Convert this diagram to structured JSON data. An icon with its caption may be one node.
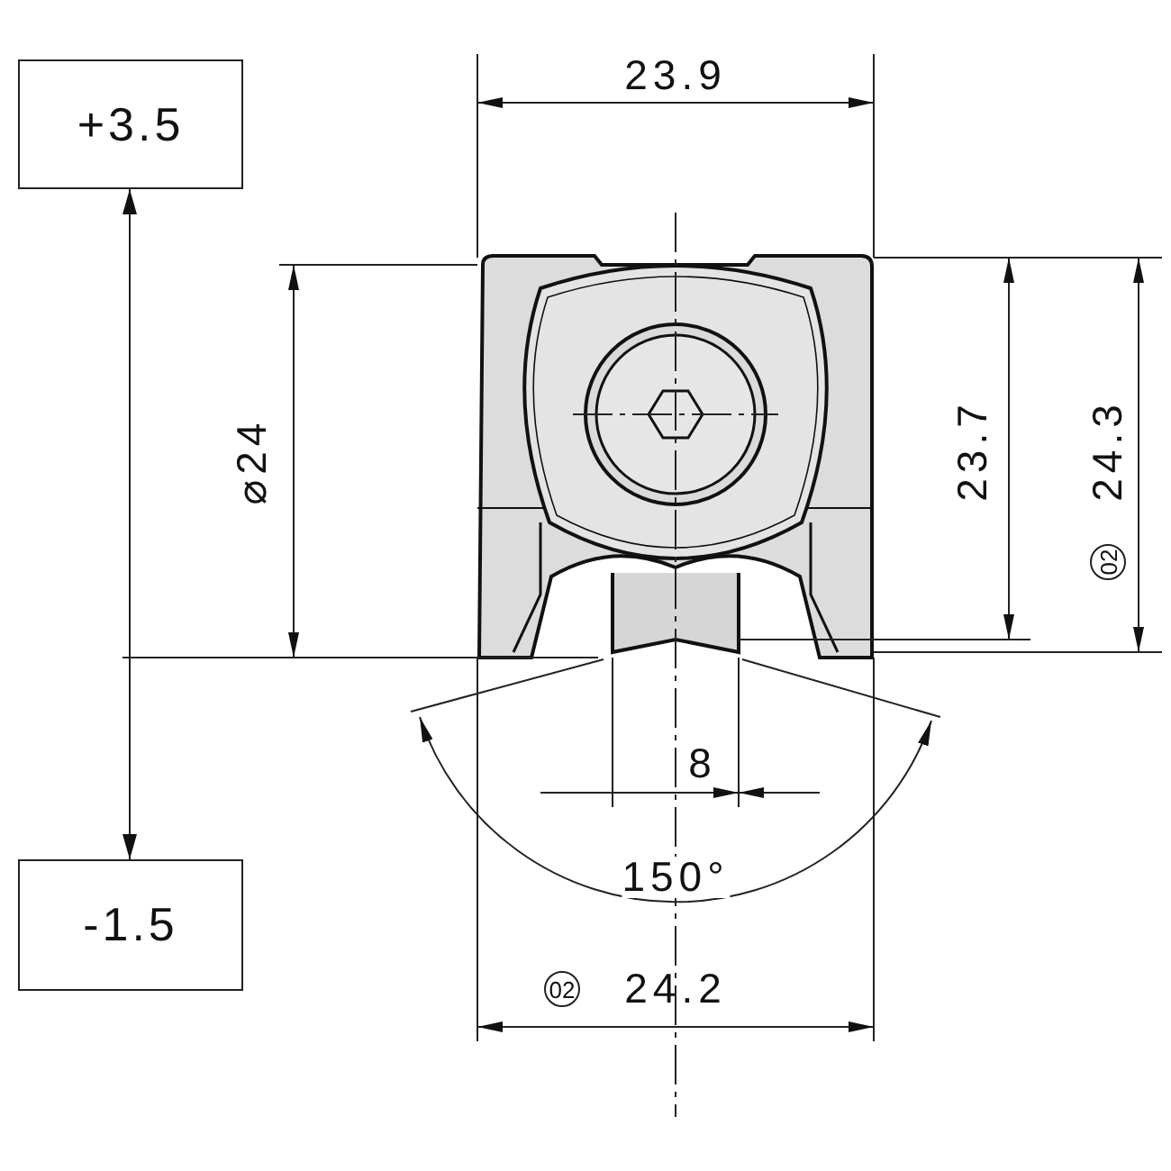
{
  "diagram": {
    "nodes": [
      {
        "text": [
          "+3.5"
        ]
      },
      {
        "text": [
          "-1.5"
        ]
      }
    ],
    "edges": [
      {
        "from": 0,
        "to": 1,
        "arrow": "both"
      }
    ],
    "labels": [
      "23.9",
      "⌀24",
      "23.7",
      "02",
      "24.3",
      "8",
      "150°",
      "02",
      "24.2"
    ]
  }
}
